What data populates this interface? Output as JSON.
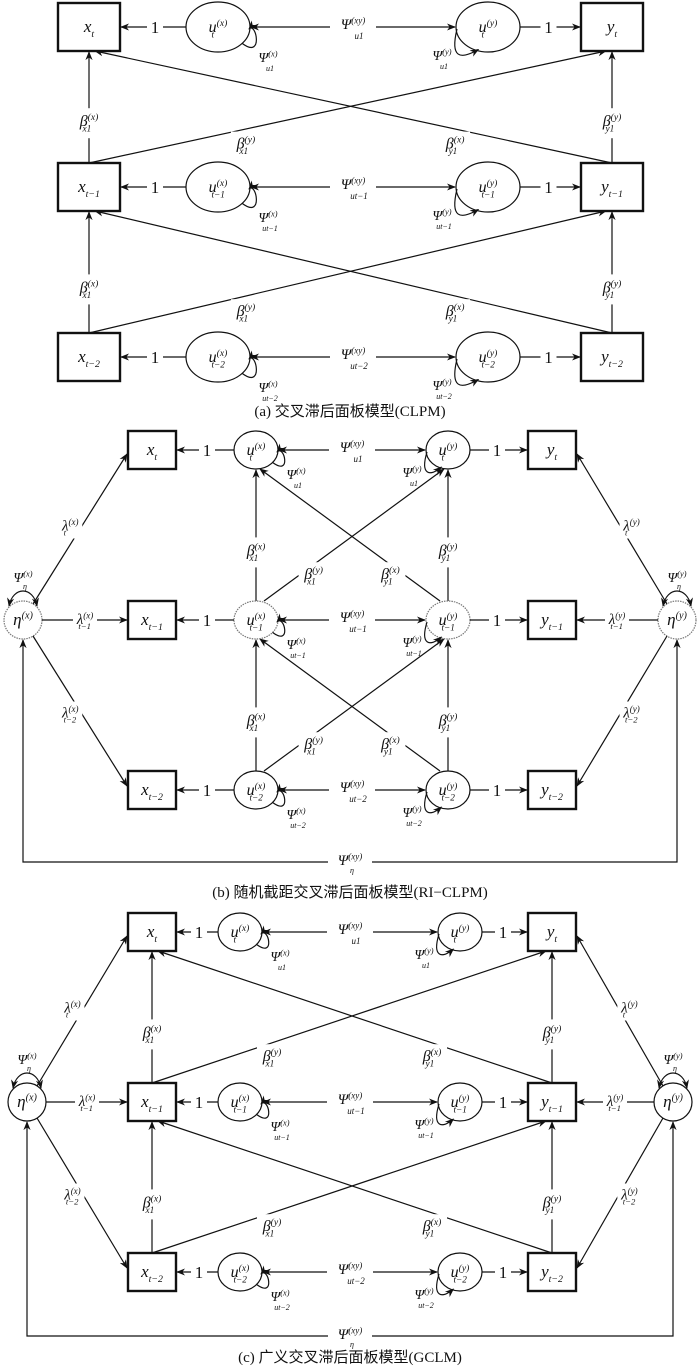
{
  "figure": {
    "panels": [
      {
        "id": "a",
        "caption": "(a) 交叉滞后面板模型(CLPM)",
        "model": "CLPM",
        "has_intercepts": false,
        "structural_between": "observed",
        "nodes": {
          "x": [
            "x_t",
            "x_{t-1}",
            "x_{t-2}"
          ],
          "y": [
            "y_t",
            "y_{t-1}",
            "y_{t-2}"
          ],
          "ux": [
            "u_t^(x)",
            "u_{t-1}^(x)",
            "u_{t-2}^(x)"
          ],
          "uy": [
            "u_t^(y)",
            "u_{t-1}^(y)",
            "u_{t-2}^(y)"
          ]
        }
      },
      {
        "id": "b",
        "caption": "(b) 随机截距交叉滞后面板模型(RI−CLPM)",
        "model": "RI-CLPM",
        "has_intercepts": true,
        "structural_between": "residuals",
        "nodes": {
          "x": [
            "x_t",
            "x_{t-1}",
            "x_{t-2}"
          ],
          "y": [
            "y_t",
            "y_{t-1}",
            "y_{t-2}"
          ],
          "ux": [
            "u_t^(x)",
            "u_{t-1}^(x)",
            "u_{t-2}^(x)"
          ],
          "uy": [
            "u_t^(y)",
            "u_{t-1}^(y)",
            "u_{t-2}^(y)"
          ],
          "eta": [
            "η^(x)",
            "η^(y)"
          ]
        }
      },
      {
        "id": "c",
        "caption": "(c) 广义交叉滞后面板模型(GCLM)",
        "model": "GCLM",
        "has_intercepts": true,
        "structural_between": "observed",
        "nodes": {
          "x": [
            "x_t",
            "x_{t-1}",
            "x_{t-2}"
          ],
          "y": [
            "y_t",
            "y_{t-1}",
            "y_{t-2}"
          ],
          "ux": [
            "u_t^(x)",
            "u_{t-1}^(x)",
            "u_{t-2}^(x)"
          ],
          "uy": [
            "u_t^(y)",
            "u_{t-1}^(y)",
            "u_{t-2}^(y)"
          ],
          "eta": [
            "η^(x)",
            "η^(y)"
          ]
        }
      }
    ],
    "labels": {
      "x_main": [
        "x",
        "x",
        "x"
      ],
      "x_sub": [
        "t",
        "t−1",
        "t−2"
      ],
      "y_main": [
        "y",
        "y",
        "y"
      ],
      "y_sub": [
        "t",
        "t−1",
        "t−2"
      ],
      "u_main": "u",
      "u_sub": [
        "t",
        "t−1",
        "t−2"
      ],
      "sup_x": "(x)",
      "sup_y": "(y)",
      "sup_xy": "(xy)",
      "one": "1",
      "psi": "Ψ",
      "psi_sub_u": [
        "u₁",
        "u_{t−1}",
        "u_{t−2}"
      ],
      "psi_u_sub_main": "u",
      "psi_u_sub_idx": [
        "1",
        "t−1",
        "t−2"
      ],
      "beta": "β",
      "beta_xx_sub": "x1",
      "beta_yy_sub": "y1",
      "lambda": "λ",
      "lambda_sub": [
        "t",
        "t−1",
        "t−2"
      ],
      "eta": "η",
      "eta_sub": "η"
    }
  }
}
